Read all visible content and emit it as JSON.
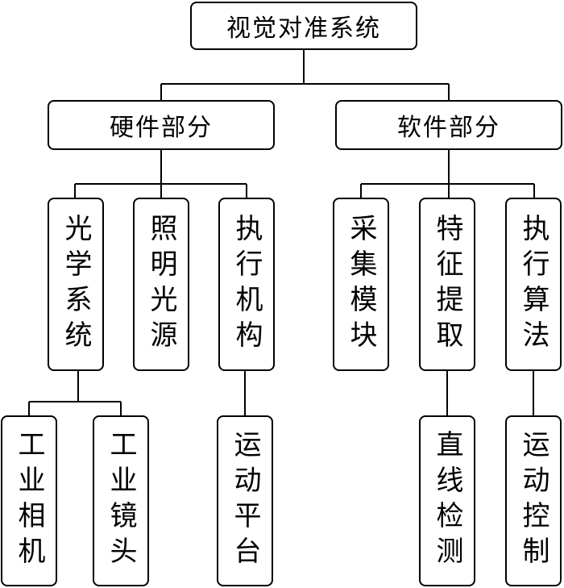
{
  "root": {
    "label": "视觉对准系统"
  },
  "hardware": {
    "label": "硬件部分",
    "children": [
      {
        "label": "光学系统",
        "children": [
          {
            "label": "工业相机"
          },
          {
            "label": "工业镜头"
          }
        ]
      },
      {
        "label": "照明光源"
      },
      {
        "label": "执行机构",
        "children": [
          {
            "label": "运动平台"
          }
        ]
      }
    ]
  },
  "software": {
    "label": "软件部分",
    "children": [
      {
        "label": "采集模块"
      },
      {
        "label": "特征提取",
        "children": [
          {
            "label": "直线检测"
          }
        ]
      },
      {
        "label": "执行算法",
        "children": [
          {
            "label": "运动控制"
          }
        ]
      }
    ]
  }
}
